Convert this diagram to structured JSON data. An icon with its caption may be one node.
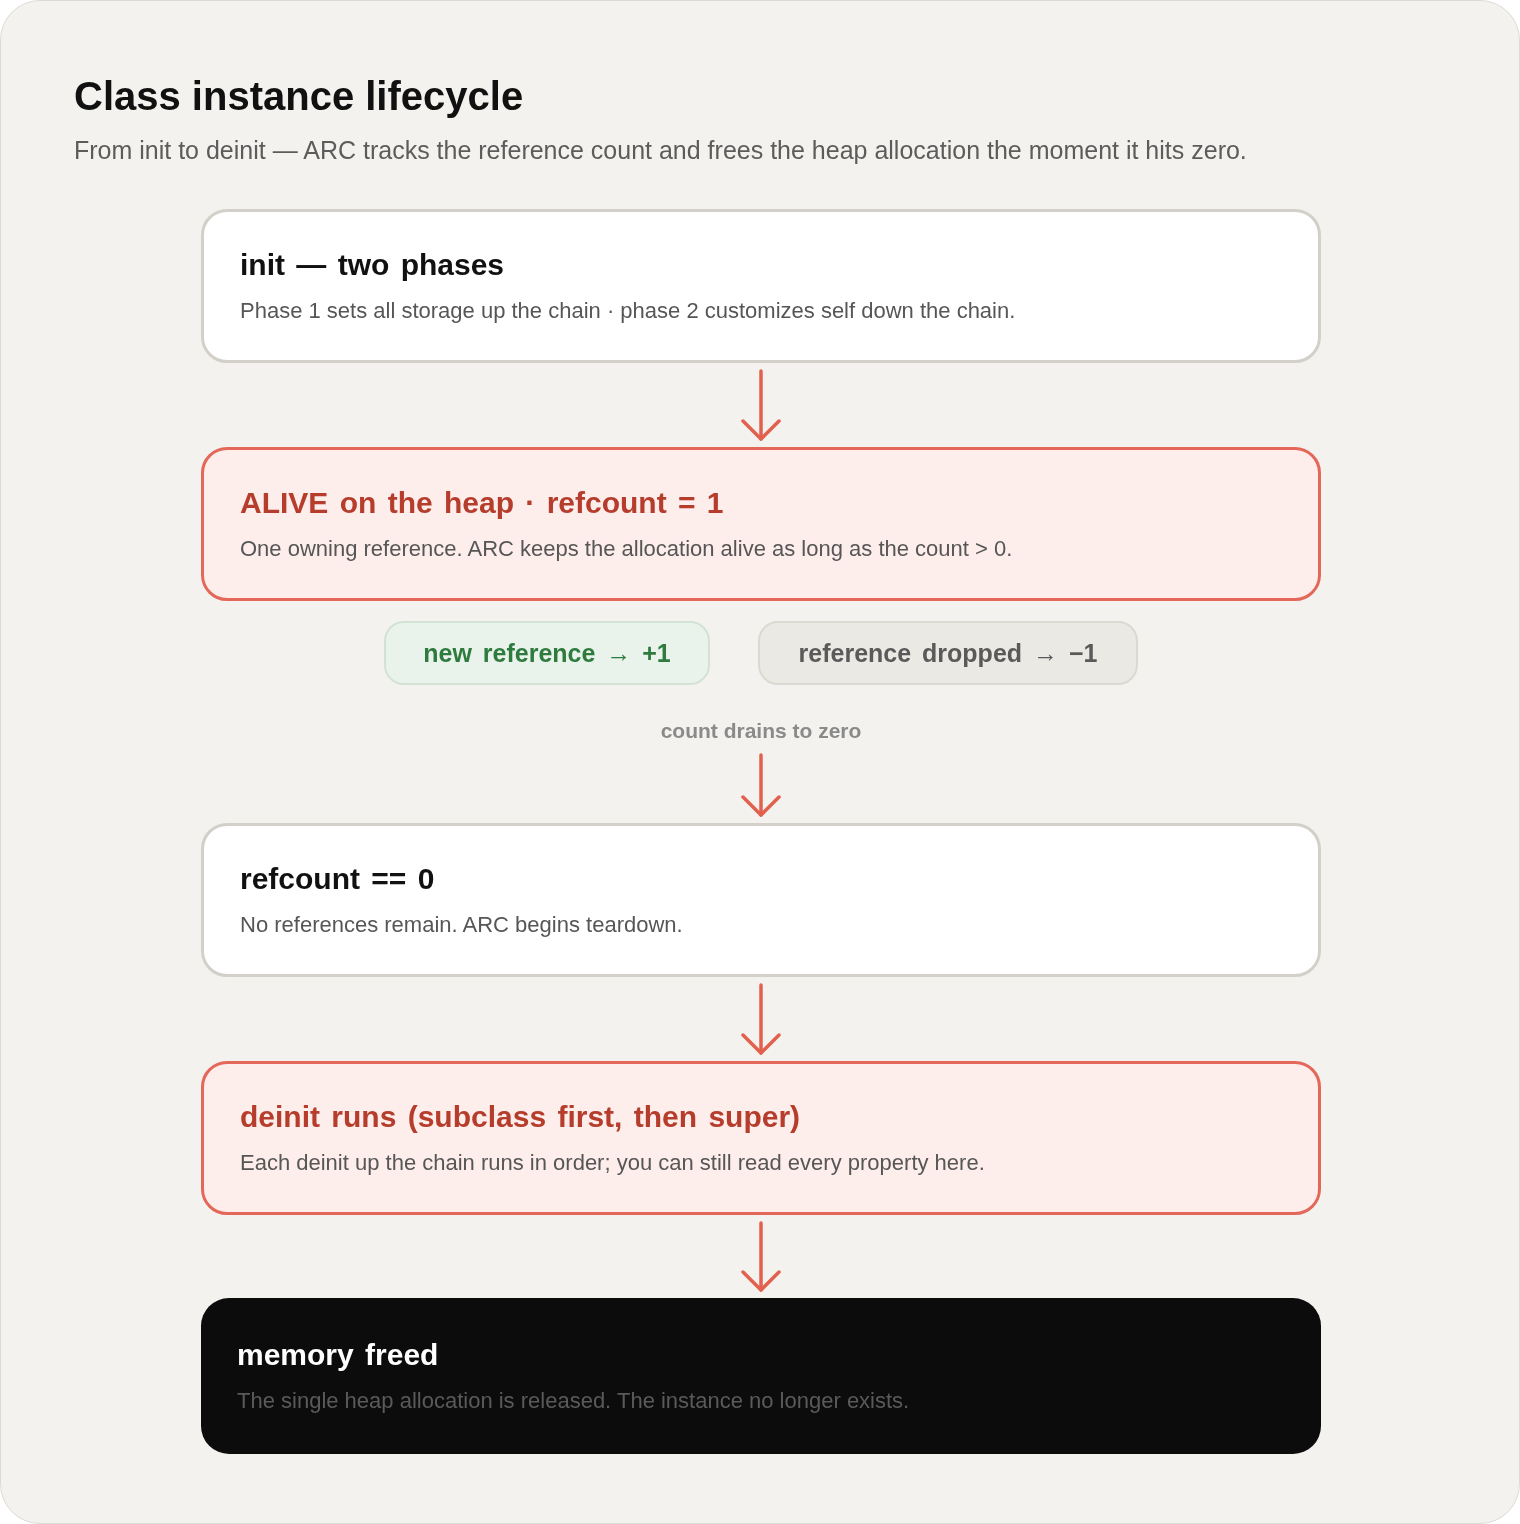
{
  "diagram": {
    "title": "Class instance lifecycle",
    "caption": "From init to deinit — ARC tracks the reference count and frees the heap allocation the moment it hits zero.",
    "nodes": [
      {
        "text": [
          "init — two phases",
          "Phase 1 sets all storage up the chain · phase 2 customizes self down the chain."
        ]
      },
      {
        "text": [
          "ALIVE on the heap · refcount = 1",
          "One owning reference. ARC keeps the allocation alive as long as the count > 0."
        ]
      },
      {
        "text": [
          "new reference → +1"
        ]
      },
      {
        "text": [
          "reference dropped → −1"
        ]
      },
      {
        "text": [
          "count drains to zero"
        ]
      },
      {
        "text": [
          "refcount == 0",
          "No references remain. ARC begins teardown."
        ]
      },
      {
        "text": [
          "deinit runs (subclass first, then super)",
          "Each deinit up the chain runs in order; you can still read every property here."
        ]
      },
      {
        "text": [
          "memory freed",
          "The single heap allocation is released. The instance no longer exists."
        ]
      }
    ],
    "edges": [
      {
        "from": 0,
        "to": 1,
        "arrow": "to"
      },
      {
        "from": 4,
        "to": 5,
        "arrow": "to"
      },
      {
        "from": 5,
        "to": 6,
        "arrow": "to"
      },
      {
        "from": 6,
        "to": 7,
        "arrow": "to"
      }
    ]
  }
}
